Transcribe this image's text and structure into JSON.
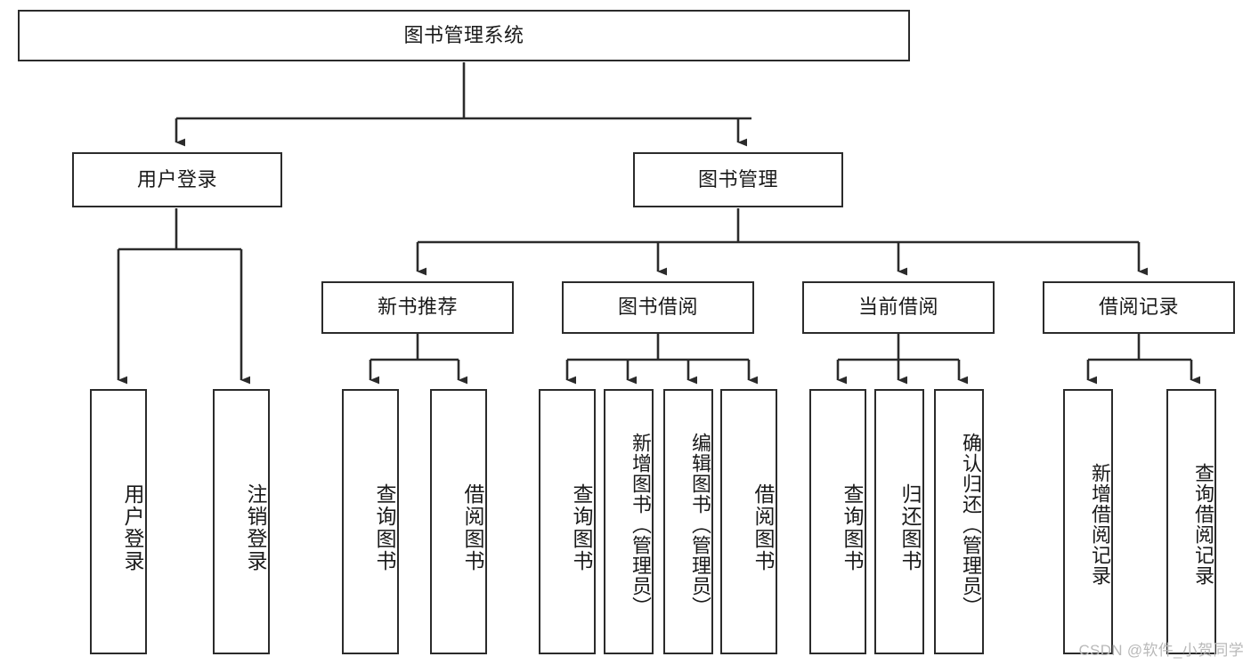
{
  "diagram": {
    "title": "图书管理系统",
    "type": "tree-hierarchy-chart",
    "watermark": "CSDN @软件_小贺同学",
    "line_color": "#2b2b2b",
    "box_fill": "#ffffff",
    "text_color": "#1a1a1a",
    "watermark_color": "#b9b9b9"
  },
  "nodes": {
    "root": {
      "label": "图书管理系统"
    },
    "level2": [
      {
        "id": "user-login",
        "label": "用户登录"
      },
      {
        "id": "book-management",
        "label": "图书管理"
      }
    ],
    "level3": [
      {
        "id": "new-book-recommend",
        "label": "新书推荐"
      },
      {
        "id": "book-borrow",
        "label": "图书借阅"
      },
      {
        "id": "current-borrow",
        "label": "当前借阅"
      },
      {
        "id": "borrow-record",
        "label": "借阅记录"
      }
    ],
    "leaves": {
      "user_login": [
        {
          "id": "leaf-user-login",
          "label": "用户登录"
        },
        {
          "id": "leaf-logout-login",
          "label": "注销登录"
        }
      ],
      "new_book_recommend": [
        {
          "id": "leaf-query-book-1",
          "label": "查询图书"
        },
        {
          "id": "leaf-borrow-book-1",
          "label": "借阅图书"
        }
      ],
      "book_borrow": [
        {
          "id": "leaf-query-book-2",
          "label": "查询图书"
        },
        {
          "id": "leaf-add-book",
          "label": "新增图书（管理员）"
        },
        {
          "id": "leaf-edit-book",
          "label": "编辑图书（管理员）"
        },
        {
          "id": "leaf-borrow-book-2",
          "label": "借阅图书"
        }
      ],
      "current_borrow": [
        {
          "id": "leaf-query-book-3",
          "label": "查询图书"
        },
        {
          "id": "leaf-return-book",
          "label": "归还图书"
        },
        {
          "id": "leaf-confirm-return",
          "label": "确认归还（管理员）"
        }
      ],
      "borrow_record": [
        {
          "id": "leaf-add-borrow-record",
          "label": "新增借阅记录"
        },
        {
          "id": "leaf-query-borrow-record",
          "label": "查询借阅记录"
        }
      ]
    }
  }
}
